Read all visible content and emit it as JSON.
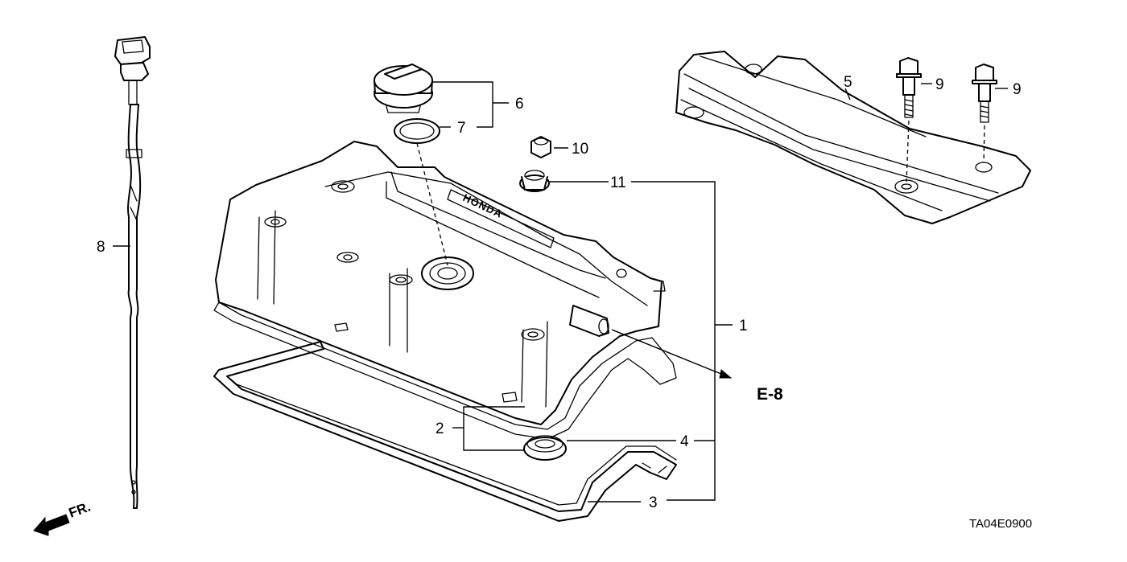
{
  "callouts": {
    "c1": "1",
    "c2": "2",
    "c3": "3",
    "c4": "4",
    "c5": "5",
    "c6": "6",
    "c7": "7",
    "c8": "8",
    "c9a": "9",
    "c9b": "9",
    "c10": "10",
    "c11": "11"
  },
  "references": {
    "e8": "E-8",
    "front": "FR."
  },
  "cover_brand": "HONDA",
  "diagram_code": "TA04E0900"
}
